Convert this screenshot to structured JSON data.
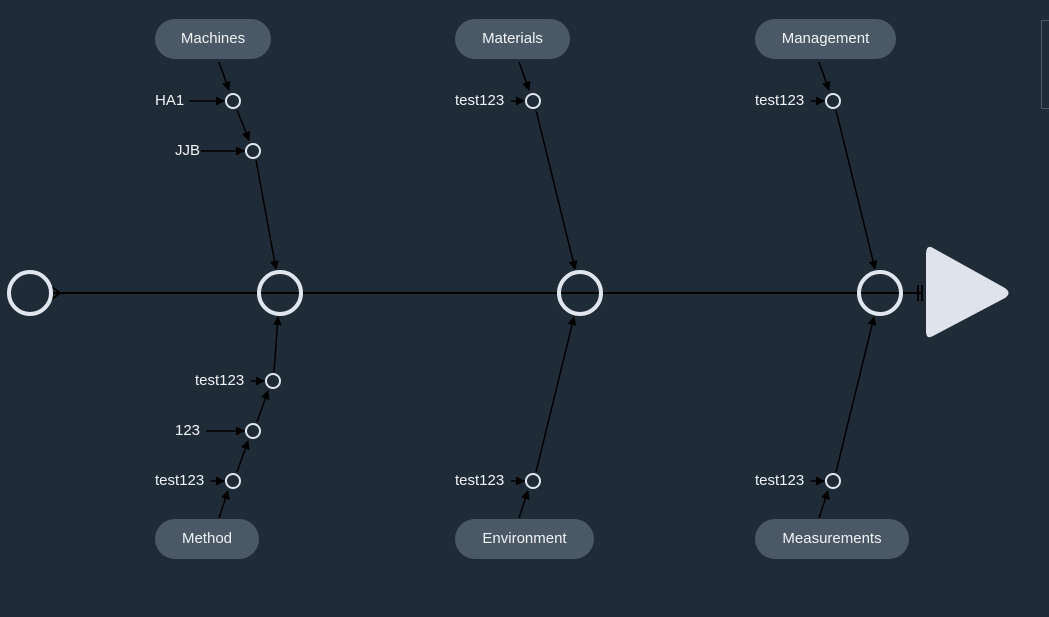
{
  "categories": {
    "machines": "Machines",
    "materials": "Materials",
    "management": "Management",
    "method": "Method",
    "environment": "Environment",
    "measurements": "Measurements"
  },
  "causes": {
    "machines": [
      "HA1",
      "JJB"
    ],
    "materials": [
      "test123"
    ],
    "management": [
      "test123"
    ],
    "method": [
      "test123",
      "123",
      "test123"
    ],
    "environment": [
      "test123"
    ],
    "measurements": [
      "test123"
    ]
  },
  "colors": {
    "background": "#202b38",
    "pill": "#4b5865",
    "node_stroke": "#dfe6ee",
    "head_fill": "#dfe4ec",
    "line": "#000000",
    "text": "#eef2f5"
  },
  "icons": {
    "head": "triangle-play-icon",
    "node": "circle-node-icon"
  }
}
